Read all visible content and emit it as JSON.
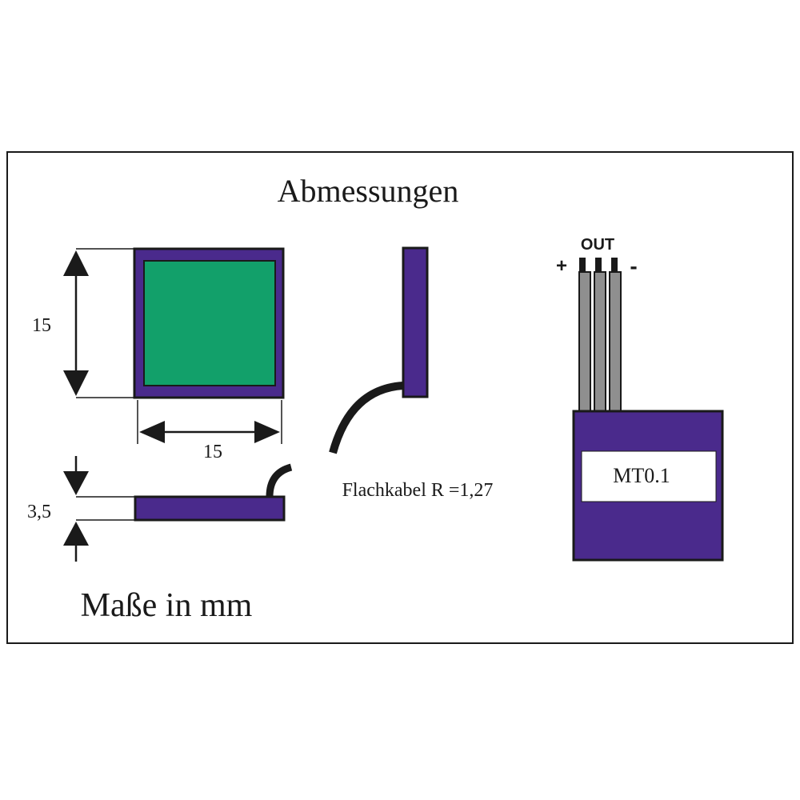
{
  "title": "Abmessungen",
  "footer": "Maße in mm",
  "dimensions": {
    "height_label": "15",
    "width_label": "15",
    "thickness_label": "3,5"
  },
  "cable_label": "Flachkabel R =1,27",
  "module": {
    "out_label": "OUT",
    "plus_label": "+",
    "minus_label": "-",
    "name": "MT0.1"
  },
  "colors": {
    "body": "#4a2a8c",
    "pad": "#12a06a",
    "wire": "#8f8f8f",
    "outline": "#1a1a1a"
  }
}
